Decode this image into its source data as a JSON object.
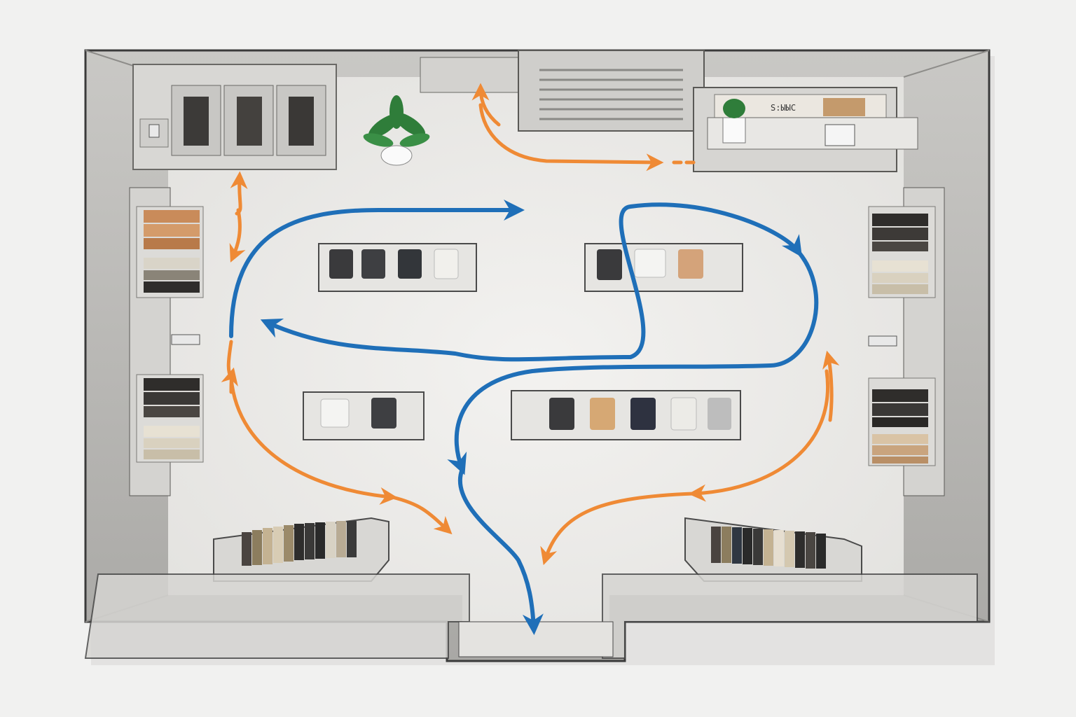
{
  "diagram": {
    "type": "store-floor-plan-customer-flow",
    "colors": {
      "background": "#f1f1f0",
      "floor": "#eeedeb",
      "wall": "#b9b8b5",
      "wall_dark": "#8e8d8a",
      "outline": "#3a3a3a",
      "blue_path": "#1f6fb8",
      "orange_path": "#ef8a35",
      "plant": "#2f7d3a"
    },
    "signage": {
      "counter_sign": "S:ЫЫС"
    },
    "zones": [
      {
        "name": "fitting-rooms",
        "icon": "hanging-garment-icon",
        "count": 3
      },
      {
        "name": "potted-plant",
        "icon": "plant-icon"
      },
      {
        "name": "back-entrance-shutter",
        "icon": "shutter-icon"
      },
      {
        "name": "checkout-counter",
        "icon": "register-icon"
      },
      {
        "name": "left-wall-shelving",
        "icon": "folded-clothes-icon"
      },
      {
        "name": "right-wall-shelving",
        "icon": "folded-clothes-icon"
      },
      {
        "name": "display-table-top-left",
        "items": [
          "jacket",
          "jacket",
          "jacket",
          "shirt"
        ]
      },
      {
        "name": "display-table-top-right",
        "items": [
          "jacket",
          "shirt",
          "shirt"
        ]
      },
      {
        "name": "display-table-bottom-left",
        "items": [
          "shirt",
          "jacket"
        ]
      },
      {
        "name": "display-table-bottom-right",
        "items": [
          "jacket",
          "jacket",
          "jacket",
          "shirt",
          "jacket"
        ]
      },
      {
        "name": "hanging-rack-bottom-left",
        "icon": "hanging-garment-icon"
      },
      {
        "name": "hanging-rack-bottom-right",
        "icon": "hanging-garment-icon"
      },
      {
        "name": "main-entrance",
        "icon": "door-icon"
      }
    ],
    "paths": [
      {
        "name": "primary-customer-loop",
        "color": "blue"
      },
      {
        "name": "secondary-customer-flow",
        "color": "orange"
      }
    ]
  }
}
